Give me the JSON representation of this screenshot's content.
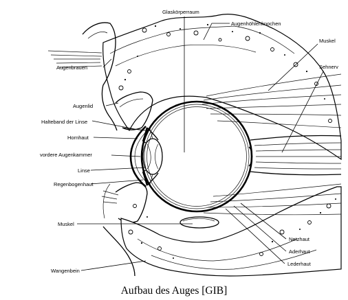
{
  "diagram": {
    "caption": "Aufbau des Auges [GIB]",
    "labels": {
      "glaskoerperraum": "Glaskörperraum",
      "augenhoehlenknochen": "Augenhöhlenknochen",
      "muskel_top": "Muskel",
      "sehnerv": "Sehnerv",
      "augenbrauen": "Augenbrauen",
      "augenlid": "Augenlid",
      "halteband": "Halteband der Linse",
      "hornhaut": "Hornhaut",
      "vordere_augenkammer": "vordere Augenkammer",
      "linse": "Linse",
      "regenbogenhaut": "Regenbogenhaut",
      "muskel_bottom": "Muskel",
      "wangenbein": "Wangenbein",
      "netzhaut": "Netzhaut",
      "aderhaut": "Aderhaut",
      "lederhaut": "Lederhaut"
    }
  }
}
